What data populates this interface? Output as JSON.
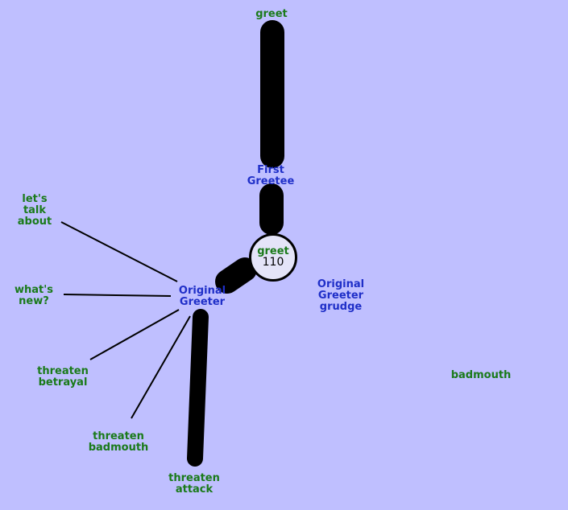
{
  "diagram": {
    "nodes": {
      "greet_top": [
        "greet"
      ],
      "first_greetee": [
        "First",
        "Greetee"
      ],
      "hub": {
        "name": "greet",
        "value": "110"
      },
      "original_greeter": [
        "Original",
        "Greeter"
      ],
      "original_greeter_grudge": [
        "Original",
        "Greeter",
        "grudge"
      ],
      "lets_talk_about": [
        "let's",
        "talk",
        "about"
      ],
      "whats_new": [
        "what's",
        "new?"
      ],
      "threaten_betrayal": [
        "threaten",
        "betrayal"
      ],
      "threaten_badmouth": [
        "threaten",
        "badmouth"
      ],
      "threaten_attack": [
        "threaten",
        "attack"
      ],
      "badmouth": [
        "badmouth"
      ]
    },
    "colors": {
      "background": "#bfbfff",
      "action_text": "#1a7a1a",
      "role_text": "#1f2fc8",
      "edge": "#000000",
      "hub_fill": "#e4e4f8"
    }
  }
}
